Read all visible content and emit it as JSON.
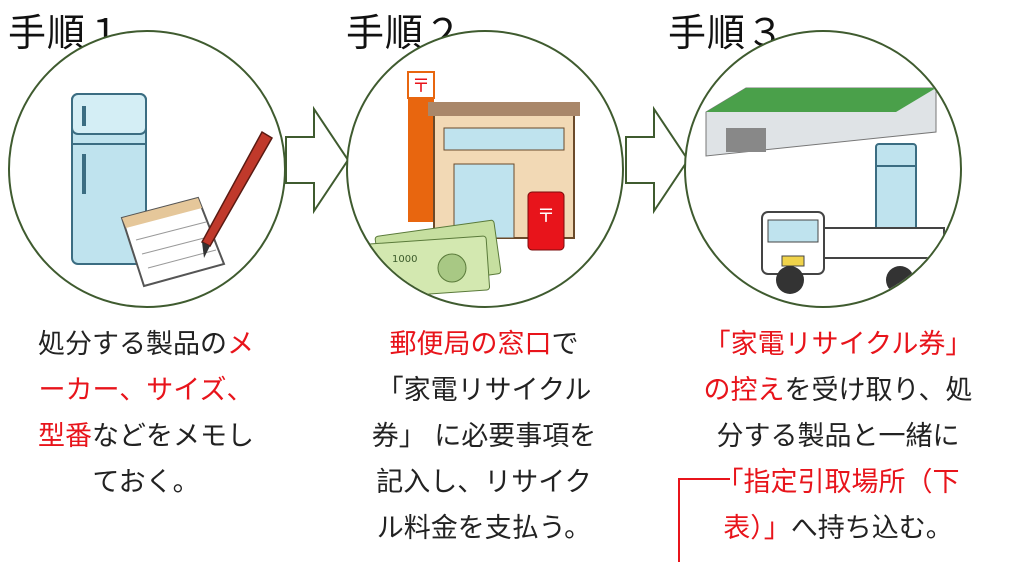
{
  "steps": [
    {
      "title": "手順１",
      "lines": [
        [
          {
            "t": "処分する製品の",
            "red": false
          },
          {
            "t": "メ",
            "red": true
          }
        ],
        [
          {
            "t": "ーカー、サイズ、",
            "red": true
          }
        ],
        [
          {
            "t": "型番",
            "red": true
          },
          {
            "t": "などをメモし",
            "red": false
          }
        ],
        [
          {
            "t": "ておく。",
            "red": false
          }
        ]
      ]
    },
    {
      "title": "手順２",
      "lines": [
        [
          {
            "t": "郵便局の窓口",
            "red": true
          },
          {
            "t": "で",
            "red": false
          }
        ],
        [
          {
            "t": "「家電リサイクル",
            "red": false
          }
        ],
        [
          {
            "t": "券」 に必要事項を",
            "red": false
          }
        ],
        [
          {
            "t": "記入し、リサイク",
            "red": false
          }
        ],
        [
          {
            "t": "ル料金を支払う。",
            "red": false
          }
        ]
      ]
    },
    {
      "title": "手順３",
      "lines": [
        [
          {
            "t": "「家電リサイクル券」",
            "red": true
          }
        ],
        [
          {
            "t": "の控え",
            "red": true
          },
          {
            "t": "を受け取り、処",
            "red": false
          }
        ],
        [
          {
            "t": "分する製品と一緒に",
            "red": false
          }
        ],
        [
          {
            "t": "「指定引取場所（下",
            "red": true
          }
        ],
        [
          {
            "t": "表）」",
            "red": true
          },
          {
            "t": "へ持ち込む。",
            "red": false
          }
        ]
      ]
    }
  ],
  "illustration": {
    "banknote_label": "1000",
    "icons": [
      "refrigerator-icon",
      "notepad-icon",
      "pen-icon",
      "post-office-icon",
      "mailbox-icon",
      "banknotes-icon",
      "warehouse-icon",
      "truck-icon"
    ]
  },
  "colors": {
    "accent_red": "#e8141b",
    "circle_border": "#3f5b2f",
    "text": "#222222"
  }
}
